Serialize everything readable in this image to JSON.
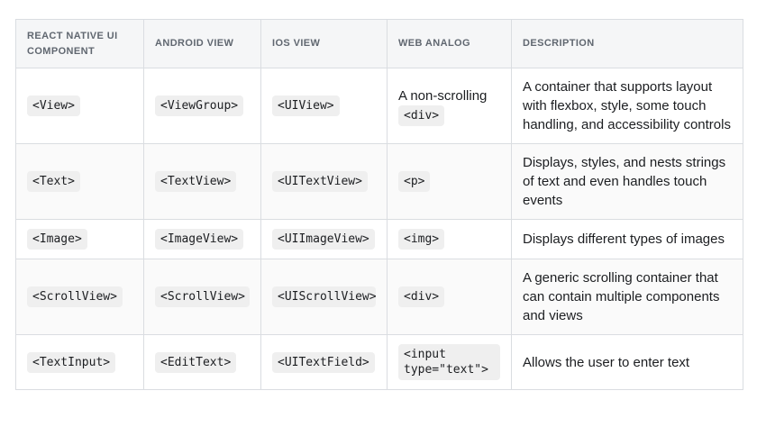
{
  "table": {
    "headers": [
      "REACT NATIVE UI COMPONENT",
      "ANDROID VIEW",
      "IOS VIEW",
      "WEB ANALOG",
      "DESCRIPTION"
    ],
    "rows": [
      {
        "cells": [
          [
            {
              "t": "code",
              "v": "<View>"
            }
          ],
          [
            {
              "t": "code",
              "v": "<ViewGroup>"
            }
          ],
          [
            {
              "t": "code",
              "v": "<UIView>"
            }
          ],
          [
            {
              "t": "text",
              "v": "A non-scrolling "
            },
            {
              "t": "code",
              "v": "<div>"
            }
          ],
          [
            {
              "t": "text",
              "v": "A container that supports layout with flexbox, style, some touch handling, and accessibility controls"
            }
          ]
        ]
      },
      {
        "cells": [
          [
            {
              "t": "code",
              "v": "<Text>"
            }
          ],
          [
            {
              "t": "code",
              "v": "<TextView>"
            }
          ],
          [
            {
              "t": "code",
              "v": "<UITextView>"
            }
          ],
          [
            {
              "t": "code",
              "v": "<p>"
            }
          ],
          [
            {
              "t": "text",
              "v": "Displays, styles, and nests strings of text and even handles touch events"
            }
          ]
        ]
      },
      {
        "cells": [
          [
            {
              "t": "code",
              "v": "<Image>"
            }
          ],
          [
            {
              "t": "code",
              "v": "<ImageView>"
            }
          ],
          [
            {
              "t": "code",
              "v": "<UIImageView>"
            }
          ],
          [
            {
              "t": "code",
              "v": "<img>"
            }
          ],
          [
            {
              "t": "text",
              "v": "Displays different types of images"
            }
          ]
        ]
      },
      {
        "cells": [
          [
            {
              "t": "code",
              "v": "<ScrollView>"
            }
          ],
          [
            {
              "t": "code",
              "v": "<ScrollView>"
            }
          ],
          [
            {
              "t": "code",
              "v": "<UIScrollView>"
            }
          ],
          [
            {
              "t": "code",
              "v": "<div>"
            }
          ],
          [
            {
              "t": "text",
              "v": "A generic scrolling container that can contain multiple components and views"
            }
          ]
        ]
      },
      {
        "cells": [
          [
            {
              "t": "code",
              "v": "<TextInput>"
            }
          ],
          [
            {
              "t": "code",
              "v": "<EditText>"
            }
          ],
          [
            {
              "t": "code",
              "v": "<UITextField>"
            }
          ],
          [
            {
              "t": "code",
              "v": "<input type=\"text\">"
            }
          ],
          [
            {
              "t": "text",
              "v": "Allows the user to enter text"
            }
          ]
        ]
      }
    ],
    "colors": {
      "border": "#dadde1",
      "header_background": "#f5f6f7",
      "header_text": "#606770",
      "stripe_row_background": "#fafafa",
      "code_background": "#efefef",
      "body_text": "#1c1e21"
    }
  }
}
